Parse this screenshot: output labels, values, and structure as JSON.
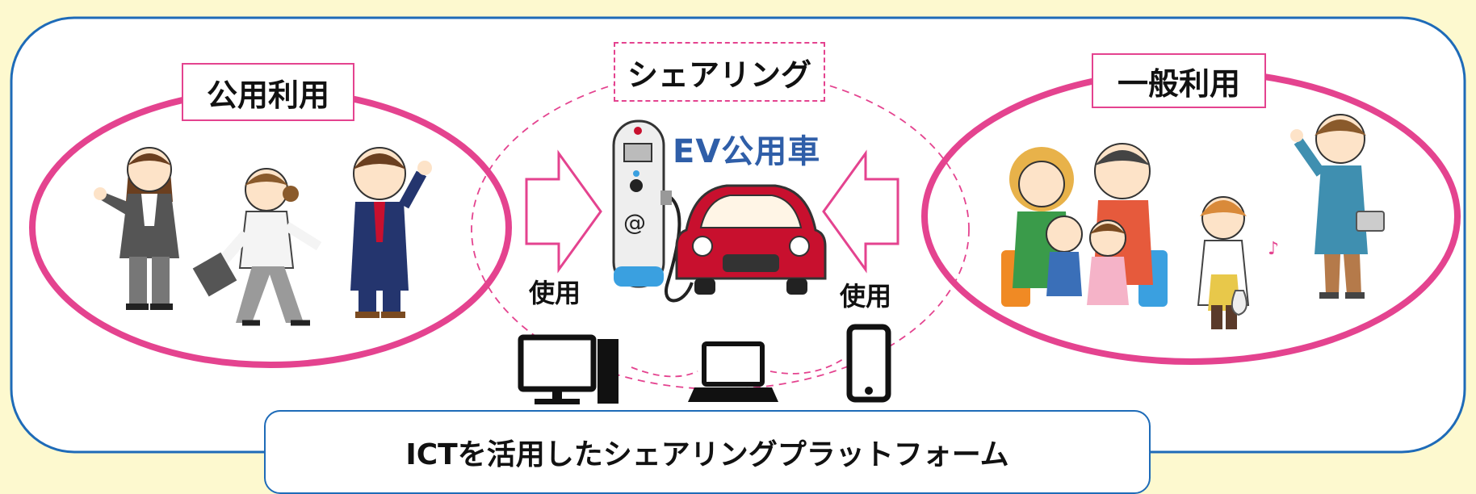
{
  "public_use": {
    "label": "公用利用"
  },
  "sharing": {
    "label": "シェアリング"
  },
  "general_use": {
    "label": "一般利用"
  },
  "vehicle": {
    "label": "EV公用車"
  },
  "flow": {
    "left_label": "使用",
    "right_label": "使用"
  },
  "platform": {
    "label": "ICTを活用したシェアリングプラットフォーム"
  },
  "colors": {
    "background": "#fdf9cf",
    "outer_border": "#1e6bb8",
    "ellipse_pink": "#e4438f",
    "ev_title_blue": "#2f5ea8",
    "car_red": "#c8102e"
  },
  "icons": [
    "businesswoman-pointing-icon",
    "businesswoman-walking-icon",
    "businessman-waving-icon",
    "ev-charger-icon",
    "red-car-icon",
    "desktop-pc-icon",
    "laptop-icon",
    "smartphone-icon",
    "family-travel-icon",
    "woman-shopping-icon",
    "man-tourist-icon"
  ]
}
